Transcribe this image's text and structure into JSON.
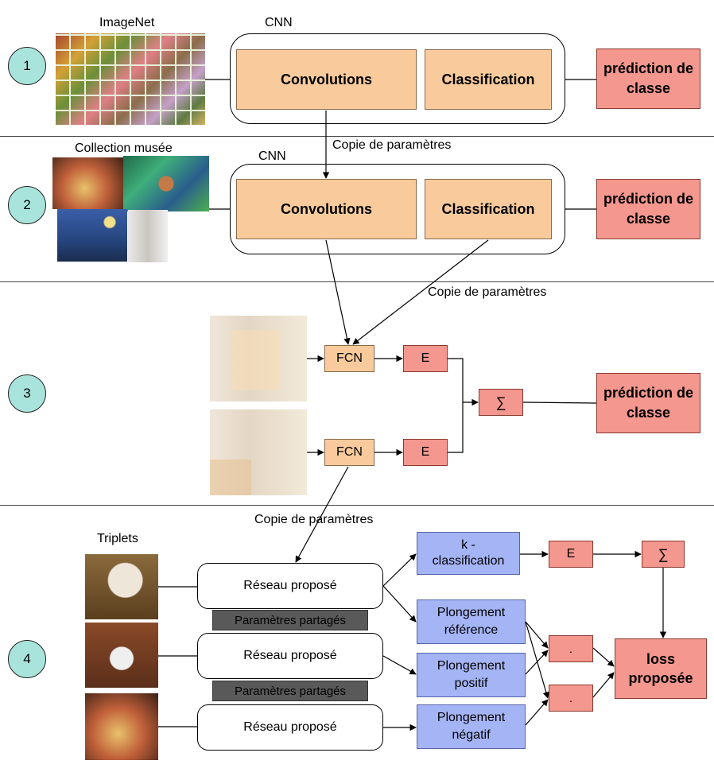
{
  "steps": [
    "1",
    "2",
    "3",
    "4"
  ],
  "row1": {
    "dataset_label": "ImageNet",
    "cnn_label": "CNN",
    "conv": "Convolutions",
    "classif": "Classification",
    "pred": "prédiction de classe"
  },
  "row2": {
    "dataset_label": "Collection musée",
    "cnn_label": "CNN",
    "copy_label": "Copie de paramètres",
    "conv": "Convolutions",
    "classif": "Classification",
    "pred": "prédiction de classe"
  },
  "row3": {
    "copy_label": "Copie de paramètres",
    "fcn_top": "FCN",
    "fcn_bottom": "FCN",
    "e_top": "E",
    "e_bottom": "E",
    "sum": "∑",
    "pred": "prédiction de classe"
  },
  "row4": {
    "copy_label": "Copie de paramètres",
    "triplets_label": "Triplets",
    "net1": "Réseau proposé",
    "net2": "Réseau proposé",
    "net3": "Réseau proposé",
    "shared1": "Paramètres partagés",
    "shared2": "Paramètres partagés",
    "kclass": "k - classification",
    "e": "E",
    "sum": "∑",
    "emb_ref": "Plongement référence",
    "emb_pos": "Plongement positif",
    "emb_neg": "Plongement négatif",
    "dot1": ".",
    "dot2": ".",
    "loss": "loss proposée"
  },
  "colors": {
    "step_circle": "#a9e4dc",
    "orange_box": "#f9cb9c",
    "salmon_box": "#f4978e",
    "blue_box": "#a4b4f4",
    "shared_bar": "#595959"
  }
}
